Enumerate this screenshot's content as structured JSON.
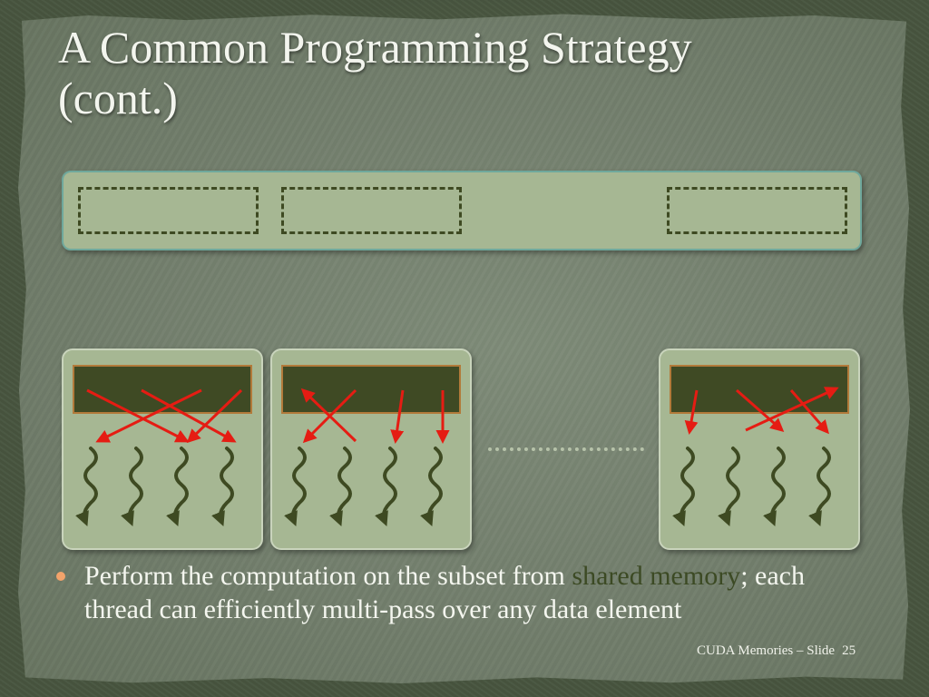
{
  "slide": {
    "title_line1": "A Common Programming Strategy",
    "title_line2": "(cont.)",
    "bullet": {
      "part1": "Perform the computation on the subset from ",
      "highlight": "shared memory",
      "part2": "; each thread can efficiently multi-pass over any data element"
    },
    "footer": {
      "label": "CUDA Memories – Slide",
      "page": "25"
    }
  },
  "colors": {
    "arrow": "#e51c13",
    "thread": "#3e4a22",
    "highlight_text": "#3c4a24",
    "bullet_marker": "#f2a36b"
  },
  "icons": {
    "thread": "wavy-down-arrow-icon",
    "bullet": "round-bullet-icon"
  }
}
